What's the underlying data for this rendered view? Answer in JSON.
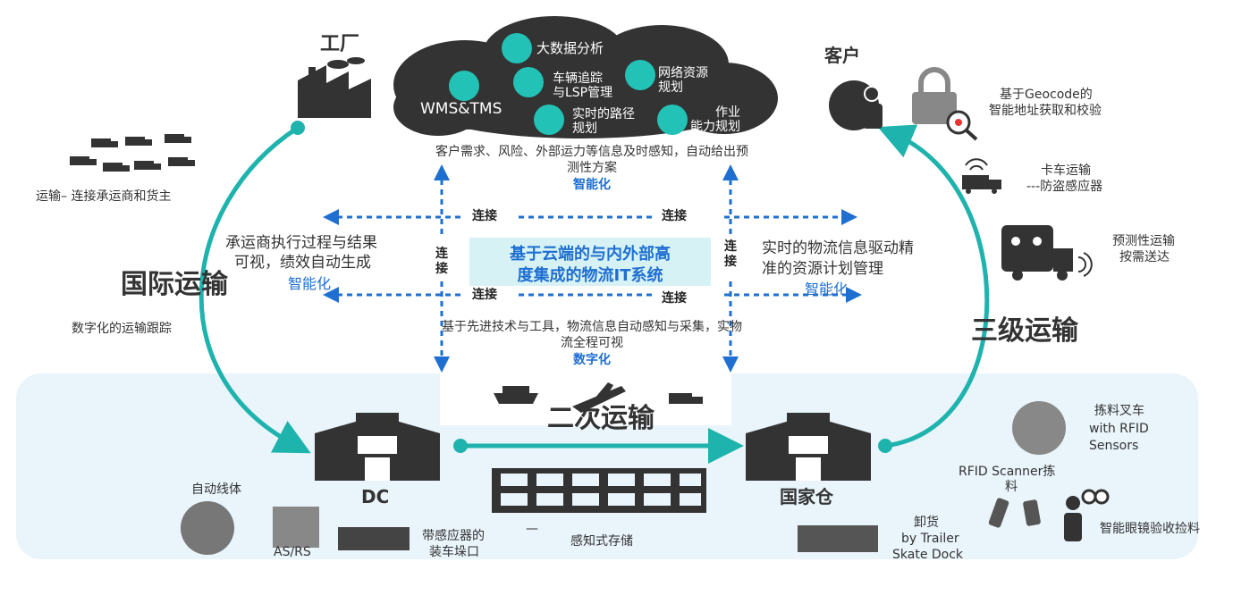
{
  "cloud": {
    "items": [
      "大数据分析",
      "WMS&TMS",
      "车辆追踪",
      "与LSP管理",
      "网络资源",
      "规划",
      "实时的路径",
      "规划",
      "作业",
      "能力规划"
    ]
  },
  "nodes": {
    "factory": "工厂",
    "customer": "客户",
    "dc": "DC",
    "national_warehouse": "国家仓"
  },
  "transport": {
    "international": "国际运输",
    "tertiary": "三级运输",
    "secondary": "二次运输"
  },
  "center": {
    "title_line1": "基于云端的与内外部高",
    "title_line2": "度集成的物流IT系统",
    "top_desc_line1": "客户需求、风险、外部运力等信息及时感知，自动给出预",
    "top_desc_line2": "测性方案",
    "top_tag": "智能化",
    "left_desc_line1": "承运商执行过程与结果",
    "left_desc_line2": "可视，绩效自动生成",
    "left_tag": "智能化",
    "right_desc_line1": "实时的物流信息驱动精",
    "right_desc_line2": "准的资源计划管理",
    "right_tag": "智能化",
    "bottom_desc_line1": "基于先进技术与工具，物流信息自动感知与采集，实物",
    "bottom_desc_line2": "流全程可视",
    "bottom_tag": "数字化",
    "connect": "连接",
    "connect_v1": "连",
    "connect_v2": "接"
  },
  "left_labels": {
    "carrier": "运输– 连接承运商和货主",
    "digital_tracking": "数字化的运输跟踪"
  },
  "right_labels": {
    "geocode_line1": "基于Geocode的",
    "geocode_line2": "智能地址获取和校验",
    "truck_line1": "卡车运输",
    "truck_line2": "---防盗感应器",
    "predictive_line1": "预测性运输",
    "predictive_line2": "按需送达"
  },
  "bottom_labels": {
    "auto_line": "自动线体",
    "asrs": "AS/RS",
    "dock_line1": "带感应器的",
    "dock_line2": "装车垛口",
    "sensing_storage": "感知式存储",
    "dash": "—",
    "unload_line1": "卸货",
    "unload_line2": "by Trailer",
    "unload_line3": "Skate Dock",
    "rfid_scanner_line1": "RFID Scanner拣",
    "rfid_scanner_line2": "料",
    "forklift_line1": "拣料叉车",
    "forklift_line2": "with RFID",
    "forklift_line3": "Sensors",
    "smart_glasses": "智能眼镜验收捡料"
  },
  "colors": {
    "teal": "#1fb3ad",
    "blue_dash": "#1f6fd1",
    "cloud": "#333333",
    "band": "#e9f4fb"
  }
}
